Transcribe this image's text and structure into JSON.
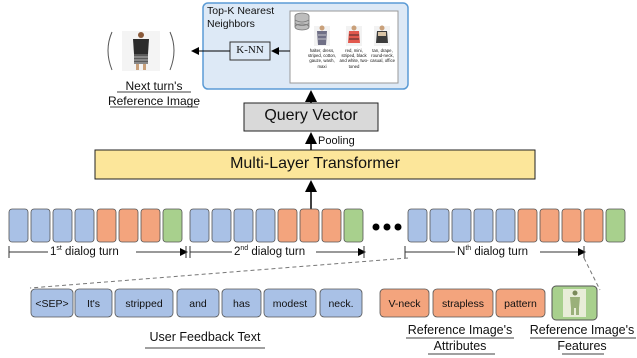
{
  "knn_box": {
    "title": "Top-K Nearest Neighbors",
    "knn_label": "K-NN",
    "neighbors": [
      {
        "caption": "halter, dress, striped, cotton, gauze, wash, maxi",
        "color": "#6f6f86"
      },
      {
        "caption": "red, mini, striped, black and white, two-toned",
        "color": "#e2584d"
      },
      {
        "caption": "tan, drape, round-neck, casual, office",
        "color": "#3a3a3a"
      }
    ]
  },
  "next_turn": {
    "label_line1": "Next turn's",
    "label_line2": "Reference Image"
  },
  "query_vector": {
    "label": "Query Vector"
  },
  "pooling_label": "Pooling",
  "transformer": {
    "label": "Multi-Layer Transformer"
  },
  "dialog_turns": [
    {
      "num": "1",
      "sup": "st",
      "rest": " dialog turn"
    },
    {
      "num": "2",
      "sup": "nd",
      "rest": " dialog turn"
    },
    {
      "num": "N",
      "sup": "th",
      "rest": " dialog turn"
    }
  ],
  "ellipsis": "•••",
  "feedback_tokens": [
    "<SEP>",
    "It's",
    "stripped",
    "and",
    "has",
    "modest",
    "neck."
  ],
  "attribute_tokens": [
    "V-neck",
    "strapless",
    "pattern"
  ],
  "bottom_labels": {
    "feedback": "User Feedback Text",
    "attributes_line1": "Reference Image's",
    "attributes_line2": "Attributes",
    "features_line1": "Reference Image's",
    "features_line2": "Features"
  },
  "colors": {
    "text_token": "#a9c1e6",
    "attr_token": "#f3a47d",
    "feature_token": "#a8d08d",
    "transformer": "#fce69a",
    "query": "#d9d9d9",
    "knn_panel": "#dde9f6"
  }
}
